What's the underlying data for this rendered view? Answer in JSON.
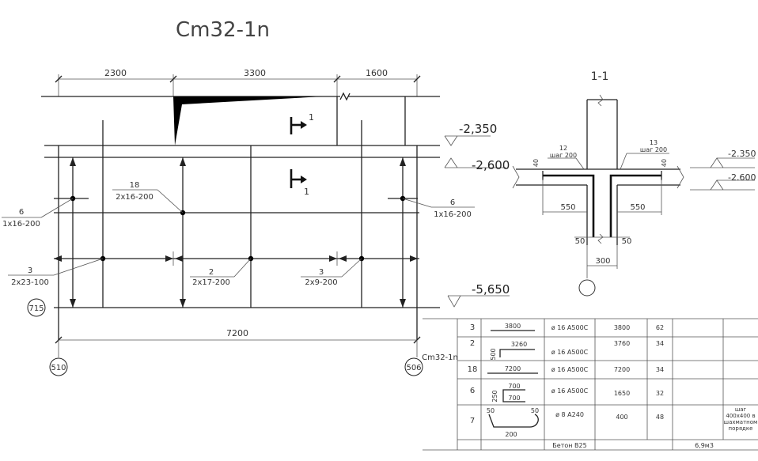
{
  "title": "Cm32-1n",
  "plan": {
    "top_dims": [
      "2300",
      "3300",
      "1600"
    ],
    "bottom_dim": "7200",
    "levels": [
      "-2,350",
      "-2,600",
      "-5,650"
    ],
    "axes": [
      "715",
      "510",
      "506"
    ],
    "cut_marks": [
      "1",
      "1"
    ],
    "callouts": [
      {
        "num": "6",
        "spec": "1x16-200"
      },
      {
        "num": "18",
        "spec": "2x16-200"
      },
      {
        "num": "6",
        "spec": "1x16-200"
      },
      {
        "num": "3",
        "spec": "2x23-100"
      },
      {
        "num": "2",
        "spec": "2x17-200"
      },
      {
        "num": "3",
        "spec": "2x9-200"
      }
    ]
  },
  "section": {
    "title": "1-1",
    "levels": [
      "-2.350",
      "-2.600"
    ],
    "rebar_left": {
      "num": "12",
      "step": "шаг 200"
    },
    "rebar_right": {
      "num": "13",
      "step": "шаг 200"
    },
    "dims": {
      "left_40": "40",
      "right_40": "40",
      "left_550": "550",
      "right_550": "550",
      "left_50": "50",
      "right_50": "50",
      "width": "300"
    }
  },
  "spec_table": {
    "mark": "Cm32-1n",
    "rows": [
      {
        "pos": "3",
        "sketch": [
          "3800"
        ],
        "dia": "ø 16 A500C",
        "length": "3800",
        "qty": "62",
        "note": ""
      },
      {
        "pos": "2",
        "sketch": [
          "3260",
          "500"
        ],
        "dia": "ø 16 A500C",
        "length": "3760",
        "qty": "34",
        "note": ""
      },
      {
        "pos": "18",
        "sketch": [
          "7200"
        ],
        "dia": "ø 16 A500C",
        "length": "7200",
        "qty": "34",
        "note": ""
      },
      {
        "pos": "6",
        "sketch": [
          "700",
          "700",
          "250"
        ],
        "dia": "ø 16 A500C",
        "length": "1650",
        "qty": "32",
        "note": ""
      },
      {
        "pos": "7",
        "sketch": [
          "50",
          "50",
          "200"
        ],
        "dia": "ø 8 A240",
        "length": "400",
        "qty": "48",
        "note": "шаг 400x400 в шахматном порядке"
      }
    ],
    "footer": {
      "concrete": "Бетон В25",
      "volume": "6,9м3"
    }
  }
}
